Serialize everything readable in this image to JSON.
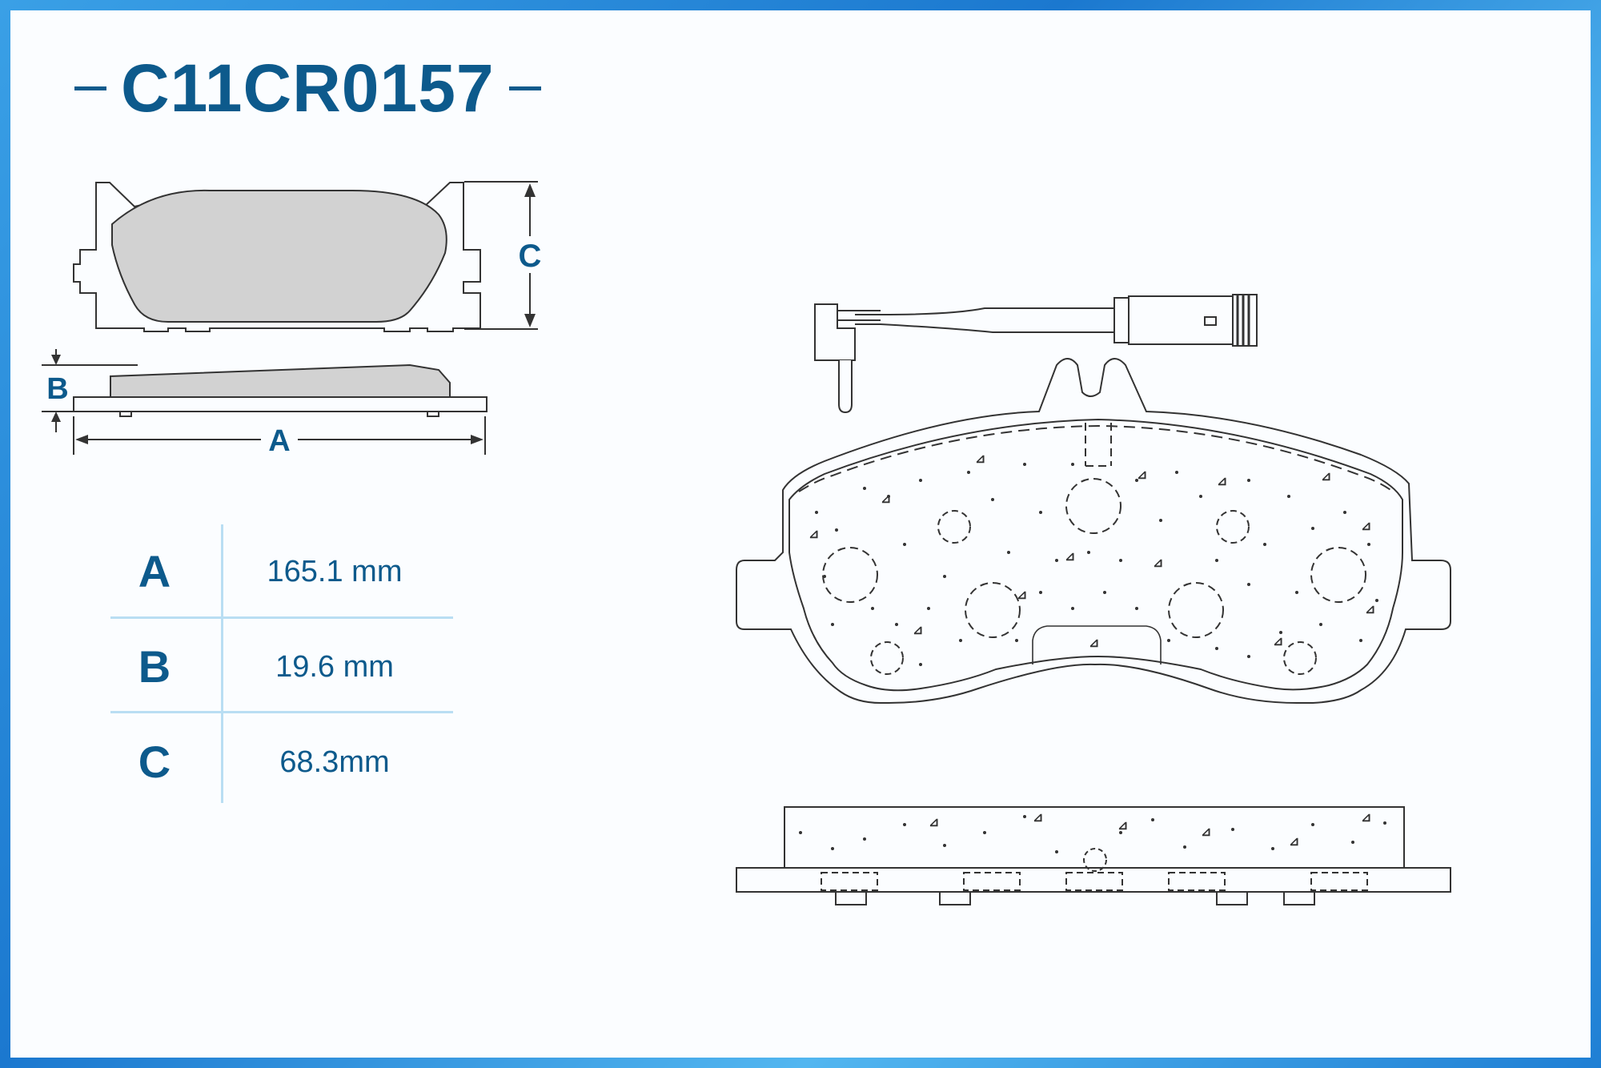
{
  "title": "C11CR0157",
  "dimension_labels": {
    "a": "A",
    "b": "B",
    "c": "C"
  },
  "specs": [
    {
      "key": "A",
      "value": "165.1 mm"
    },
    {
      "key": "B",
      "value": "19.6 mm"
    },
    {
      "key": "C",
      "value": "68.3mm"
    }
  ],
  "colors": {
    "brand": "#0d5a8c",
    "frame": "#2a8ddd",
    "divider": "#b9def3",
    "pad_fill": "#d2d2d2"
  }
}
